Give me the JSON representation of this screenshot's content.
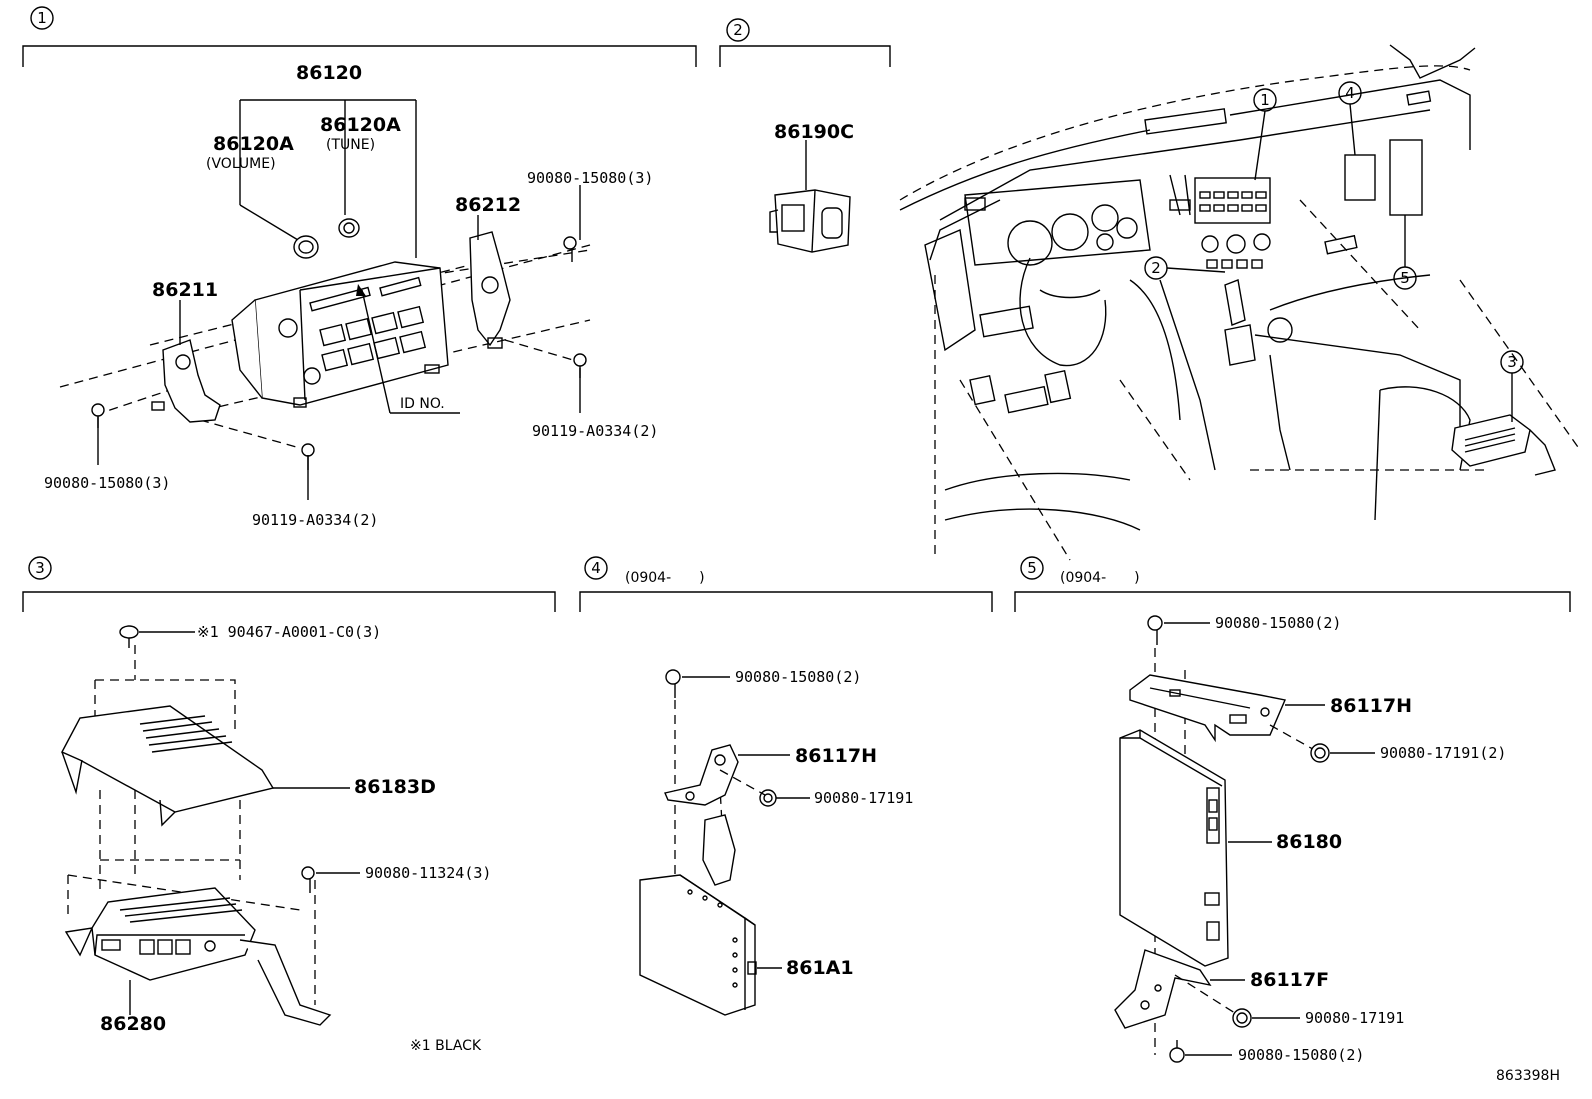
{
  "sections": [
    {
      "num": "1",
      "range": ""
    },
    {
      "num": "2",
      "range": ""
    },
    {
      "num": "3",
      "range": ""
    },
    {
      "num": "4",
      "range": "(0904-　　)"
    },
    {
      "num": "5",
      "range": "(0904-　　)"
    }
  ],
  "vehicle_callouts": [
    "1",
    "2",
    "3",
    "4",
    "5"
  ],
  "labels": {
    "s1_86120": "86120",
    "s1_86120A_vol": "86120A",
    "s1_volume": "(VOLUME)",
    "s1_86120A_tune": "86120A",
    "s1_tune": "(TUNE)",
    "s1_86212": "86212",
    "s1_86211": "86211",
    "s1_90080_top": "90080-15080(3)",
    "s1_90119_right": "90119-A0334(2)",
    "s1_90080_left": "90080-15080(3)",
    "s1_90119_bottom": "90119-A0334(2)",
    "s1_id_no": "ID NO.",
    "s2_86190C": "86190C",
    "s3_90467": "※1 90467-A0001-C0(3)",
    "s3_86183D": "86183D",
    "s3_90080": "90080-11324(3)",
    "s3_86280": "86280",
    "s3_note": "※1 BLACK",
    "s4_90080": "90080-15080(2)",
    "s4_86117H": "86117H",
    "s4_90080_17191": "90080-17191",
    "s4_861A1": "861A1",
    "s5_90080_top": "90080-15080(2)",
    "s5_86117H": "86117H",
    "s5_90080_17191_2": "90080-17191(2)",
    "s5_86180": "86180",
    "s5_86117F": "86117F",
    "s5_90080_17191": "90080-17191",
    "s5_90080_bottom": "90080-15080(2)"
  },
  "diagram_id": "863398H",
  "icons": {
    "screw": "screw-icon",
    "clip": "clip-nut-icon",
    "knob": "knob-icon"
  }
}
